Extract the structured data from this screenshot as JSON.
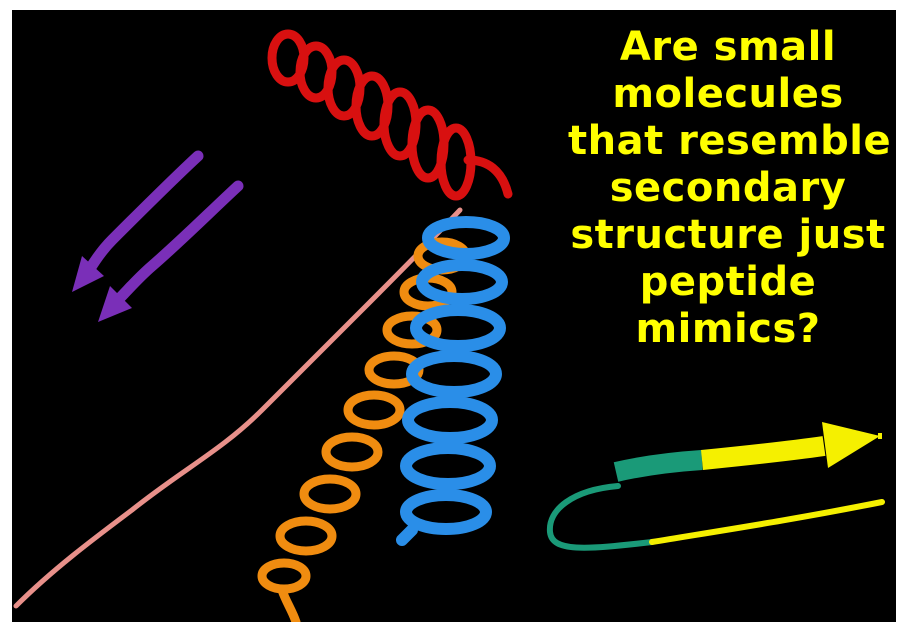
{
  "slide": {
    "question_lines": [
      "Are small",
      "molecules",
      "that resemble",
      "secondary",
      "structure just",
      "peptide",
      "mimics?"
    ],
    "colors": {
      "background": "#000000",
      "text": "#ffff00",
      "red_helix": "#d81010",
      "blue_helix": "#2a8ee8",
      "orange_helix": "#f08c10",
      "pink_coil": "#e8908a",
      "purple_strands": "#7a2fb8",
      "yellow_hairpin": "#f5f000",
      "teal_segment": "#1a9a78"
    }
  }
}
